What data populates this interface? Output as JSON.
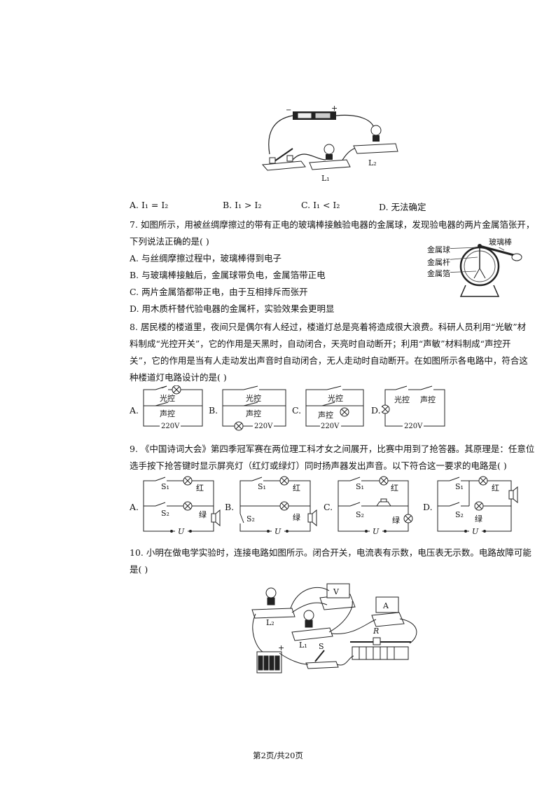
{
  "q6": {
    "fig_labels": {
      "minus": "−",
      "plus": "+",
      "l1": "L₁",
      "l2": "L₂"
    },
    "options": [
      "A. I₁ = I₂",
      "B. I₁ > I₂",
      "C. I₁ < I₂",
      "D. 无法确定"
    ]
  },
  "q7": {
    "text_line1": "7. 如图所示，用被丝绸摩擦过的带有正电的玻璃棒接触验电器的金属球，发现验电器的两片金属箔张开，",
    "text_line2": "下列说法正确的是(    )",
    "options": [
      "A. 与丝绸摩擦过程中，玻璃棒得到电子",
      "B. 与玻璃棒接触后，金属球带负电，金属箔带正电",
      "C. 两片金属箔都带正电，由于互相排斥而张开",
      "D. 用木质杆替代验电器的金属杆，实验效果会更明显"
    ],
    "fig_labels": {
      "ball": "金属球",
      "rod": "金属杆",
      "foil": "金属箔",
      "glass": "玻璃棒"
    }
  },
  "q8": {
    "lines": [
      "8. 居民楼的楼道里，夜间只是偶尔有人经过，楼道灯总是亮着将造成很大浪费。科研人员利用“光敏”材",
      "料制成“光控开关”，它的作用是天黑时，自动闭合，天亮时自动断开；利用“声敏”材料制成“声控开",
      "关”，它的作用是当有人走动发出声音时自动闭合，无人走动时自动断开。在如图所示各电路中，符合这",
      "种楼道灯电路设计的是(    )"
    ],
    "option_letters": [
      "A.",
      "B.",
      "C.",
      "D."
    ],
    "light_ctrl": "光控",
    "sound_ctrl": "声控",
    "voltage": "220V"
  },
  "q9": {
    "lines": [
      "9. 《中国诗词大会》第四季冠军赛在两位理工科才女之间展开，比赛中用到了抢答器。其原理是：任意位",
      "选手按下抢答键时显示屏亮灯（红灯或绿灯）同时扬声器发出声音。以下符合这一要求的电路是(    )"
    ],
    "option_letters": [
      "A.",
      "B.",
      "C.",
      "D."
    ],
    "s1": "S₁",
    "s2": "S₂",
    "red": "红",
    "green": "绿",
    "u": "U"
  },
  "q10": {
    "lines": [
      "10. 小明在做电学实验时，连接电路如图所示。闭合开关，电流表有示数，电压表无示数。电路故障可能",
      "是(    )"
    ],
    "fig_labels": {
      "l2": "L₂",
      "l1": "L₁",
      "s": "S",
      "r": "R",
      "v": "V",
      "a": "A",
      "plus": "+"
    }
  },
  "footer": "第2页/共20页"
}
